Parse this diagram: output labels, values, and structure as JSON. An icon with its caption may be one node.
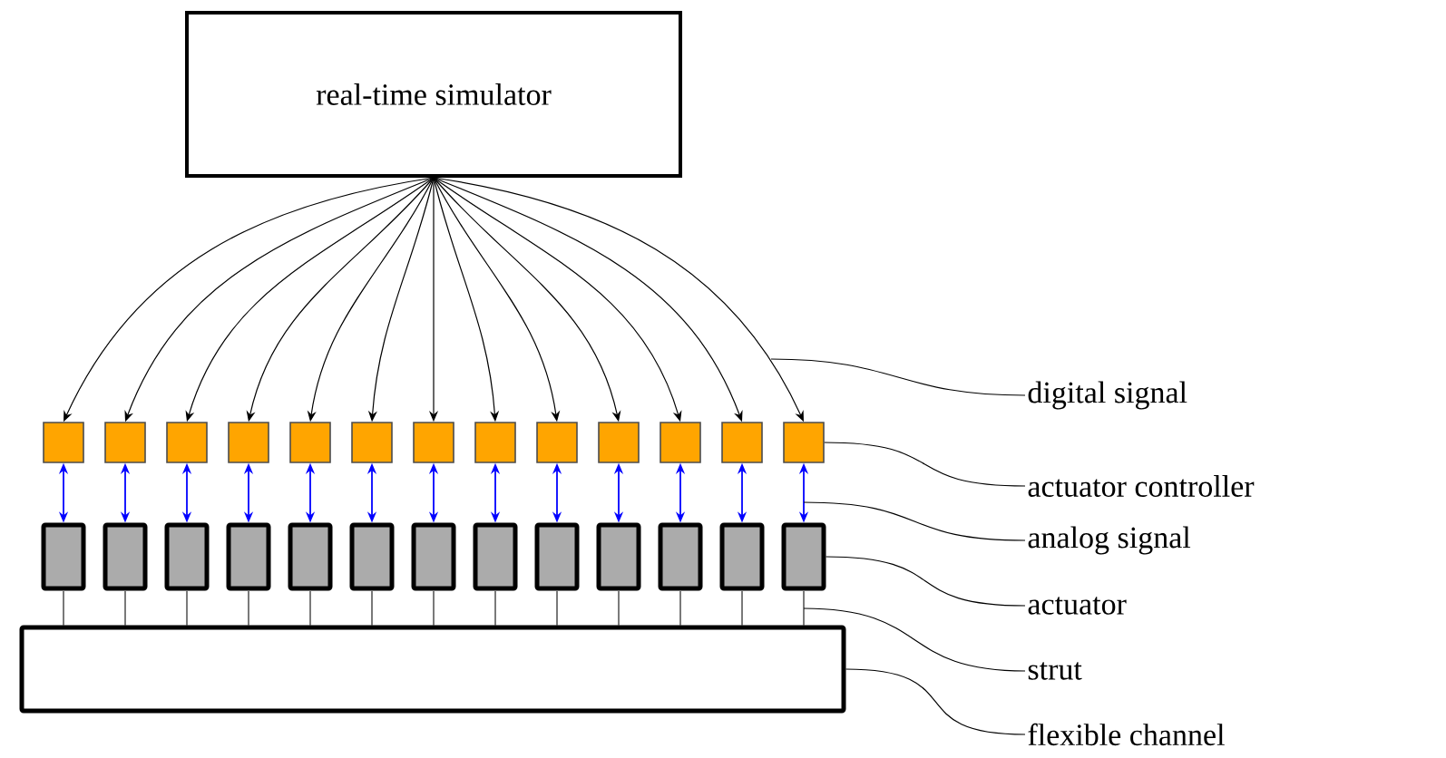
{
  "diagram": {
    "nodes": [
      {
        "text": [
          "real-time simulator"
        ]
      },
      {
        "text": [],
        "shape": "box"
      },
      {
        "text": [],
        "shape": "box"
      },
      {
        "text": [],
        "shape": "box"
      },
      {
        "text": [],
        "shape": "box"
      },
      {
        "text": [],
        "shape": "box"
      },
      {
        "text": [],
        "shape": "box"
      },
      {
        "text": [],
        "shape": "box"
      },
      {
        "text": [],
        "shape": "box"
      },
      {
        "text": [],
        "shape": "box"
      },
      {
        "text": [],
        "shape": "box"
      },
      {
        "text": [],
        "shape": "box"
      },
      {
        "text": [],
        "shape": "box"
      },
      {
        "text": [],
        "shape": "box"
      },
      {
        "text": [],
        "shape": "box"
      },
      {
        "text": [],
        "shape": "box"
      },
      {
        "text": [],
        "shape": "box"
      },
      {
        "text": [],
        "shape": "box"
      },
      {
        "text": [],
        "shape": "box"
      },
      {
        "text": [],
        "shape": "box"
      },
      {
        "text": [],
        "shape": "box"
      },
      {
        "text": [],
        "shape": "box"
      },
      {
        "text": [],
        "shape": "box"
      },
      {
        "text": [],
        "shape": "box"
      },
      {
        "text": [],
        "shape": "box"
      },
      {
        "text": [],
        "shape": "box"
      },
      {
        "text": [],
        "shape": "box"
      },
      {
        "text": [],
        "shape": "box"
      },
      {
        "text": [
          "digital signal"
        ]
      },
      {
        "text": [
          "actuator controller"
        ]
      },
      {
        "text": [
          "analog signal"
        ]
      },
      {
        "text": [
          "actuator"
        ]
      },
      {
        "text": [
          "strut"
        ]
      },
      {
        "text": [
          "flexible channel"
        ]
      },
      {
        "text": [],
        "shape": "bar"
      },
      {
        "text": [],
        "shape": "bar"
      },
      {
        "text": [],
        "shape": "bar"
      },
      {
        "text": [],
        "shape": "bar"
      },
      {
        "text": [],
        "shape": "bar"
      },
      {
        "text": [],
        "shape": "bar"
      },
      {
        "text": [],
        "shape": "bar"
      },
      {
        "text": [],
        "shape": "bar"
      },
      {
        "text": [],
        "shape": "bar"
      },
      {
        "text": [],
        "shape": "bar"
      },
      {
        "text": [],
        "shape": "bar"
      },
      {
        "text": [],
        "shape": "bar"
      },
      {
        "text": [],
        "shape": "bar"
      }
    ],
    "edges": [
      {
        "from": 0,
        "to": 1,
        "arrow": "to"
      },
      {
        "from": 0,
        "to": 2,
        "arrow": "to"
      },
      {
        "from": 0,
        "to": 3,
        "arrow": "to"
      },
      {
        "from": 0,
        "to": 4,
        "arrow": "to"
      },
      {
        "from": 0,
        "to": 5,
        "arrow": "to"
      },
      {
        "from": 0,
        "to": 6,
        "arrow": "to"
      },
      {
        "from": 0,
        "to": 7,
        "arrow": "to"
      },
      {
        "from": 0,
        "to": 8,
        "arrow": "to"
      },
      {
        "from": 0,
        "to": 9,
        "arrow": "to"
      },
      {
        "from": 0,
        "to": 10,
        "arrow": "to"
      },
      {
        "from": 0,
        "to": 11,
        "arrow": "to"
      },
      {
        "from": 0,
        "to": 12,
        "arrow": "to"
      },
      {
        "from": 0,
        "to": 13,
        "arrow": "to"
      },
      {
        "from": 1,
        "to": 14,
        "arrow": "both",
        "color": "#0000ff"
      },
      {
        "from": 2,
        "to": 15,
        "arrow": "both",
        "color": "#0000ff"
      },
      {
        "from": 3,
        "to": 16,
        "arrow": "both",
        "color": "#0000ff"
      },
      {
        "from": 4,
        "to": 17,
        "arrow": "both",
        "color": "#0000ff"
      },
      {
        "from": 5,
        "to": 18,
        "arrow": "both",
        "color": "#0000ff"
      },
      {
        "from": 6,
        "to": 19,
        "arrow": "both",
        "color": "#0000ff"
      },
      {
        "from": 7,
        "to": 20,
        "arrow": "both",
        "color": "#0000ff"
      },
      {
        "from": 8,
        "to": 21,
        "arrow": "both",
        "color": "#0000ff"
      },
      {
        "from": 9,
        "to": 22,
        "arrow": "both",
        "color": "#0000ff"
      },
      {
        "from": 10,
        "to": 23,
        "arrow": "both",
        "color": "#0000ff"
      },
      {
        "from": 11,
        "to": 24,
        "arrow": "both",
        "color": "#0000ff"
      },
      {
        "from": 12,
        "to": 25,
        "arrow": "both",
        "color": "#0000ff"
      },
      {
        "from": 13,
        "to": 26,
        "arrow": "both",
        "color": "#0000ff"
      },
      {
        "from": 28,
        "to": null,
        "arrow": "none"
      },
      {
        "from": 29,
        "to": 13,
        "arrow": "none"
      },
      {
        "from": 30,
        "to": null,
        "arrow": "none"
      },
      {
        "from": 31,
        "to": 26,
        "arrow": "none"
      },
      {
        "from": 32,
        "to": 46,
        "arrow": "none"
      },
      {
        "from": 33,
        "to": 27,
        "arrow": "none"
      }
    ]
  }
}
